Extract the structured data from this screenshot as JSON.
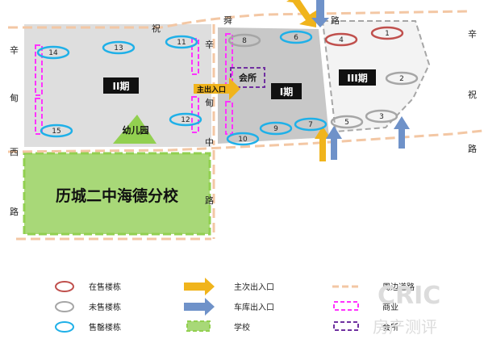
{
  "colors": {
    "on_sale": "#c0504d",
    "unsold": "#a6a6a6",
    "sold_out": "#1fb0e8",
    "main_entrance": "#f0b41c",
    "garage_entrance": "#6f92c9",
    "road": "#f3c7a4",
    "commercial": "#ff33ff",
    "clubhouse": "#7030a0",
    "school": "#92d050",
    "phase1_bg": "#c8c8c8",
    "phase2_bg": "#dedede",
    "phase3_bg": "#f3f3f3"
  },
  "roads": {
    "top_left": "祝",
    "top_mid": "舜",
    "top_right": "路",
    "left": [
      "辛",
      "甸",
      "西",
      "路"
    ],
    "mid": [
      "辛",
      "甸",
      "中",
      "路"
    ],
    "right": [
      "辛",
      "祝",
      "路"
    ]
  },
  "phases": {
    "phase1": "I期",
    "phase2": "II期",
    "phase3": "III期"
  },
  "labels": {
    "kindergarten": "幼儿园",
    "school": "历城二中海德分校",
    "clubhouse": "会所",
    "main_entrance": "主出入口"
  },
  "buildings": [
    {
      "id": "1",
      "status": "on_sale"
    },
    {
      "id": "2",
      "status": "unsold"
    },
    {
      "id": "3",
      "status": "unsold"
    },
    {
      "id": "4",
      "status": "on_sale"
    },
    {
      "id": "5",
      "status": "unsold"
    },
    {
      "id": "6",
      "status": "sold_out"
    },
    {
      "id": "7",
      "status": "sold_out"
    },
    {
      "id": "8",
      "status": "unsold"
    },
    {
      "id": "9",
      "status": "sold_out"
    },
    {
      "id": "10",
      "status": "sold_out"
    },
    {
      "id": "11",
      "status": "sold_out"
    },
    {
      "id": "12",
      "status": "sold_out"
    },
    {
      "id": "13",
      "status": "sold_out"
    },
    {
      "id": "14",
      "status": "sold_out"
    },
    {
      "id": "15",
      "status": "sold_out"
    }
  ],
  "legend": {
    "on_sale": "在售楼栋",
    "unsold": "未售楼栋",
    "sold_out": "售罄楼栋",
    "main_entrance": "主次出入口",
    "garage_entrance": "车库出入口",
    "school": "学校",
    "road": "周边道路",
    "commercial": "商业",
    "clubhouse": "会所"
  },
  "watermark": {
    "brand": "CRIC",
    "sub": "房产测评"
  }
}
